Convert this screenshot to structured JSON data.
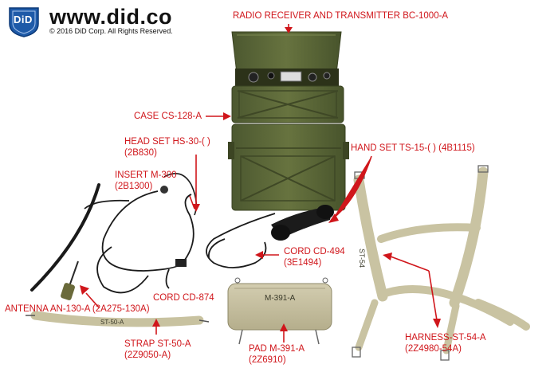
{
  "brand": {
    "logo_text": "DiD",
    "site": "www.did.co",
    "copyright": "© 2016 DiD Corp. All Rights Reserved."
  },
  "labels": {
    "radio": "RADIO RECEIVER AND TRANSMITTER BC-1000-A",
    "case": "CASE CS-128-A",
    "head_set_1": "HEAD SET  HS-30-(  )",
    "head_set_2": "(2B830)",
    "hand_set": "HAND SET TS-15-(  ) (4B1115)",
    "insert_1": "INSERT  M-300",
    "insert_2": "(2B1300)",
    "cord494_1": "CORD CD-494",
    "cord494_2": "(3E1494)",
    "cord874": "CORD  CD-874",
    "antenna": "ANTENNA  AN-130-A (2A275-130A)",
    "strap_1": "STRAP ST-50-A",
    "strap_2": "(2Z9050-A)",
    "pad_1": "PAD  M-391-A",
    "pad_2": "(2Z6910)",
    "harness_1": "HARNESS-ST-54-A",
    "harness_2": "(2Z4980-54A)"
  },
  "item_text": {
    "pad_stencil": "M-391-A",
    "strap_stencil": "ST-50-A",
    "harness_stencil": "ST-54"
  },
  "colors": {
    "label_red": "#d0161b",
    "olive": "#5a6636",
    "khaki": "#c9c3a2",
    "logo_blue": "#1e5aa8"
  }
}
